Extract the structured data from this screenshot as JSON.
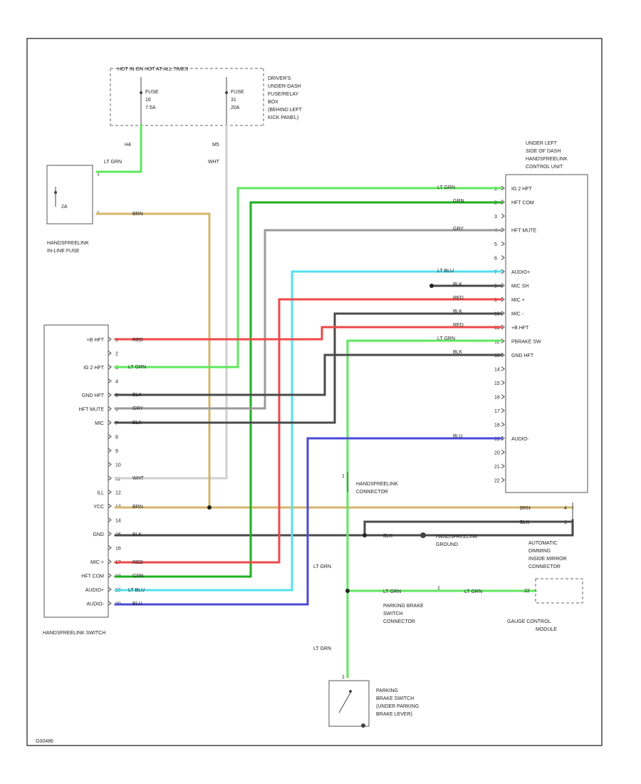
{
  "colors": {
    "lt_grn": "#5ee85e",
    "grn": "#1fb01f",
    "gry": "#9a9a9a",
    "lt_blu": "#52e0ee",
    "blk": "#4a4a4a",
    "red": "#ee4848",
    "brn": "#d4b46a",
    "wht": "#cfcfcf",
    "blu": "#4a4ad8"
  },
  "power_source": {
    "header": "HOT IN ON    HOT AT ALL TIMES",
    "fuse_left": {
      "name": "FUSE",
      "number": "16",
      "amps": "7.5A"
    },
    "fuse_right": {
      "name": "FUSE",
      "number": "31",
      "amps": "20A"
    },
    "location": [
      "DRIVER'S",
      "UNDER-DASH",
      "FUSE/RELAY",
      "BOX",
      "(BEHIND LEFT",
      "KICK PANEL)"
    ],
    "pin_left": "H4",
    "pin_right": "M5"
  },
  "wire_labels": {
    "lt_grn": "LT GRN",
    "grn": "GRN",
    "gry": "GRY",
    "lt_blu": "LT BLU",
    "blk": "BLK",
    "red": "RED",
    "brn": "BRN",
    "wht": "WHT",
    "blu": "BLU"
  },
  "inline_fuse": {
    "title": [
      "HANDSFREELINK",
      "IN-LINE FUSE"
    ],
    "amps": "2A",
    "pin_in": "1",
    "pin_out": "1"
  },
  "control_unit": {
    "location": [
      "UNDER LEFT",
      "SIDE OF DASH"
    ],
    "title": [
      "HANDSFREELINK",
      "CONTROL UNIT"
    ],
    "pins": [
      {
        "pin": "1",
        "label": "IG 2 HFT"
      },
      {
        "pin": "2",
        "label": "HFT COM"
      },
      {
        "pin": "3",
        "label": ""
      },
      {
        "pin": "4",
        "label": "HFT MUTE"
      },
      {
        "pin": "5",
        "label": ""
      },
      {
        "pin": "6",
        "label": ""
      },
      {
        "pin": "7",
        "label": "AUDIO+"
      },
      {
        "pin": "8",
        "label": "MIC SH"
      },
      {
        "pin": "9",
        "label": "MIC +"
      },
      {
        "pin": "10",
        "label": "MIC -"
      },
      {
        "pin": "11",
        "label": "+B HFT"
      },
      {
        "pin": "12",
        "label": "PBRAKE SW"
      },
      {
        "pin": "13",
        "label": "GND HFT"
      },
      {
        "pin": "14",
        "label": ""
      },
      {
        "pin": "15",
        "label": ""
      },
      {
        "pin": "16",
        "label": ""
      },
      {
        "pin": "17",
        "label": ""
      },
      {
        "pin": "18",
        "label": ""
      },
      {
        "pin": "19",
        "label": "AUDIO-"
      },
      {
        "pin": "20",
        "label": ""
      },
      {
        "pin": "21",
        "label": ""
      },
      {
        "pin": "22",
        "label": ""
      }
    ]
  },
  "switch": {
    "title": "HANDSFREELINK SWITCH",
    "pins": [
      {
        "pin": "1",
        "label": "+B HFT"
      },
      {
        "pin": "2",
        "label": ""
      },
      {
        "pin": "3",
        "label": "IG 2 HFT"
      },
      {
        "pin": "4",
        "label": ""
      },
      {
        "pin": "5",
        "label": "GND HFT"
      },
      {
        "pin": "6",
        "label": "HFT MUTE"
      },
      {
        "pin": "7",
        "label": "MIC"
      },
      {
        "pin": "8",
        "label": ""
      },
      {
        "pin": "9",
        "label": ""
      },
      {
        "pin": "10",
        "label": ""
      },
      {
        "pin": "11",
        "label": ""
      },
      {
        "pin": "12",
        "label": "ILL"
      },
      {
        "pin": "13",
        "label": "YCC"
      },
      {
        "pin": "14",
        "label": ""
      },
      {
        "pin": "15",
        "label": "GND"
      },
      {
        "pin": "16",
        "label": ""
      },
      {
        "pin": "17",
        "label": "MIC +"
      },
      {
        "pin": "18",
        "label": "HFT COM"
      },
      {
        "pin": "19",
        "label": "AUDIO+"
      },
      {
        "pin": "20",
        "label": "AUDIO-"
      }
    ]
  },
  "connector": {
    "title": [
      "HANDSFREELINK",
      "CONNECTOR"
    ],
    "pin": "1"
  },
  "ground": {
    "title": [
      "HANDSFREELINK",
      "GROUND"
    ]
  },
  "mirror": {
    "title": [
      "AUTOMATIC",
      "DIMMING",
      "INSIDE MIRROR",
      "CONNECTOR"
    ],
    "pin_brn": "4",
    "pin_blk": "1"
  },
  "pb_connector": {
    "title": [
      "PARKING BRAKE",
      "SWITCH",
      "CONNECTOR"
    ],
    "pin": "1"
  },
  "gauge": {
    "title": [
      "GAUGE CONTROL",
      "MODULE"
    ],
    "pin": "22"
  },
  "pb_switch": {
    "title": [
      "PARKING",
      "BRAKE SWITCH",
      "(UNDER PARKING",
      "BRAKE LEVER)"
    ],
    "pin": "1"
  },
  "footer_code": "G00486"
}
